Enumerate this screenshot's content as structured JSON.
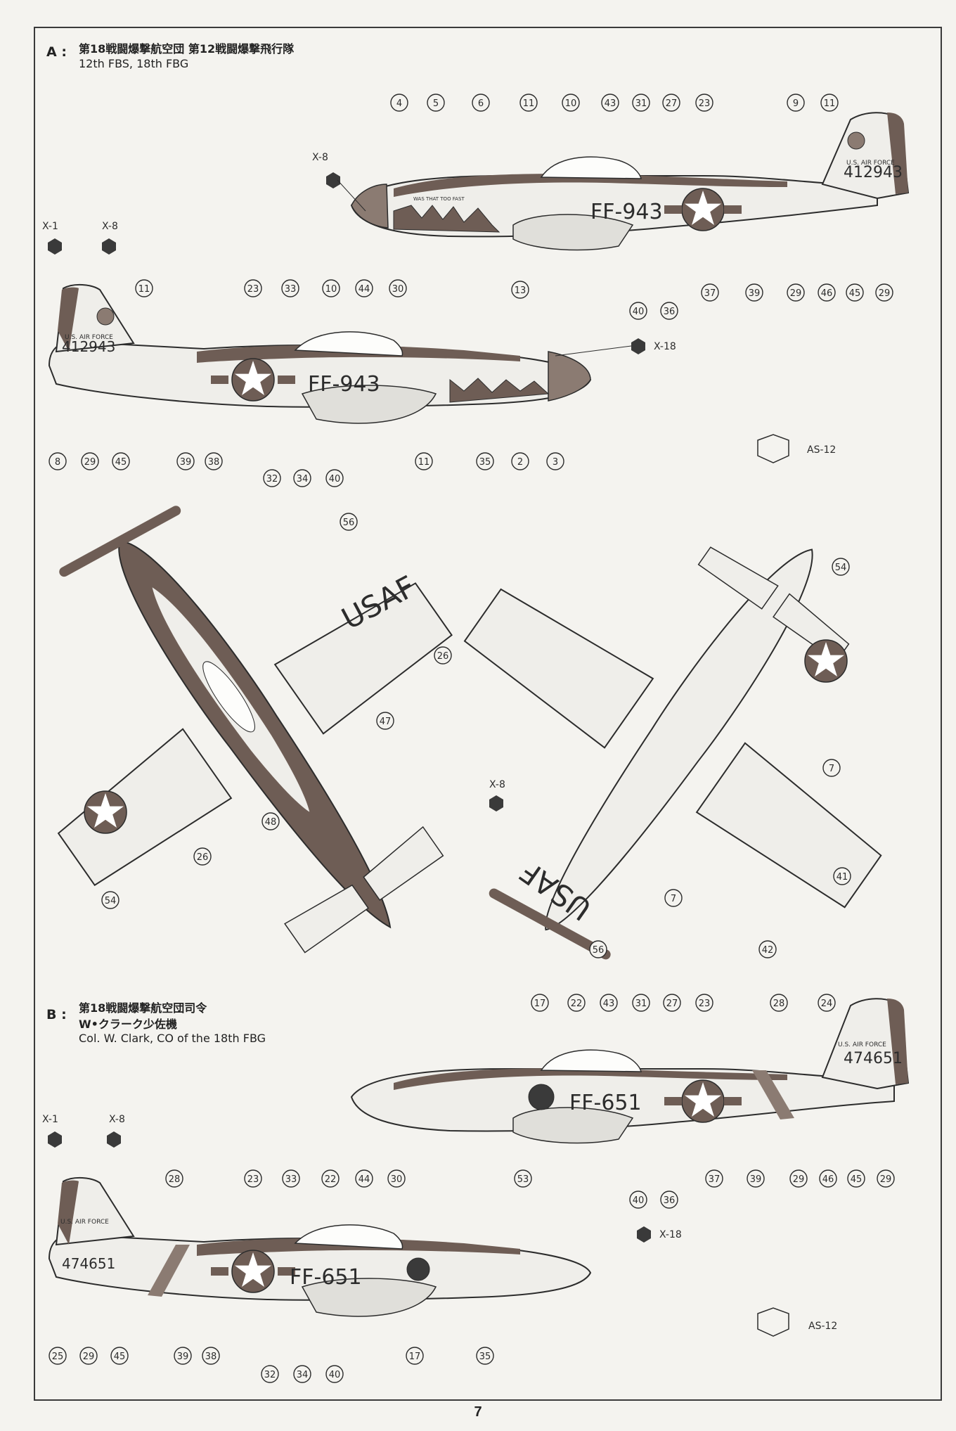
{
  "page_number": "7",
  "sections": [
    {
      "letter": "A :",
      "title_jp": "第18戦闘爆撃航空団 第12戦闘爆撃飛行隊",
      "title_en": "12th FBS, 18th FBG"
    },
    {
      "letter": "B :",
      "title_jp_1": "第18戦闘爆撃航空団司令",
      "title_jp_2": "W•クラーク少佐機",
      "title_en": "Col. W. Clark, CO of the 18th FBG"
    }
  ],
  "paints": {
    "x1": "X-1",
    "x8": "X-8",
    "x18": "X-18",
    "as12": "AS-12"
  },
  "aircraft": {
    "a_code": "FF-943",
    "a_code_left": "FF-943",
    "a_serial": "412943",
    "a_usairforce": "U.S. AIR FORCE",
    "a_nose_text": "WAS THAT TOO FAST",
    "usaf": "USAF",
    "b_code": "FF-651",
    "b_serial": "474651",
    "b_usairforce": "U.S. AIR FORCE"
  },
  "callouts": {
    "a_right_top": [
      "4",
      "5",
      "6",
      "11",
      "10",
      "43",
      "31",
      "27",
      "23",
      "9",
      "11"
    ],
    "a_right_bottom": [
      "13",
      "40",
      "36",
      "37",
      "39",
      "29",
      "46",
      "45",
      "29"
    ],
    "a_left_top": [
      "11",
      "23",
      "33",
      "10",
      "44",
      "30"
    ],
    "a_left_bottom": [
      "8",
      "29",
      "45",
      "39",
      "38",
      "32",
      "34",
      "40",
      "11",
      "35",
      "2",
      "3"
    ],
    "top_view": [
      "56",
      "26",
      "47",
      "48",
      "26",
      "54"
    ],
    "bottom_view": [
      "54",
      "7",
      "7",
      "41",
      "42",
      "56"
    ],
    "b_right_top": [
      "17",
      "22",
      "43",
      "31",
      "27",
      "23",
      "28",
      "24"
    ],
    "b_right_bottom": [
      "53",
      "40",
      "36",
      "37",
      "39",
      "29",
      "46",
      "45",
      "29"
    ],
    "b_left_top": [
      "28",
      "23",
      "33",
      "22",
      "44",
      "30"
    ],
    "b_left_bottom": [
      "25",
      "29",
      "45",
      "39",
      "38",
      "32",
      "34",
      "40",
      "17",
      "35"
    ]
  },
  "colors": {
    "dark": "#6e5d55",
    "silver": "#efeeea",
    "line": "#2c2c2c",
    "star": "#ffffff"
  }
}
